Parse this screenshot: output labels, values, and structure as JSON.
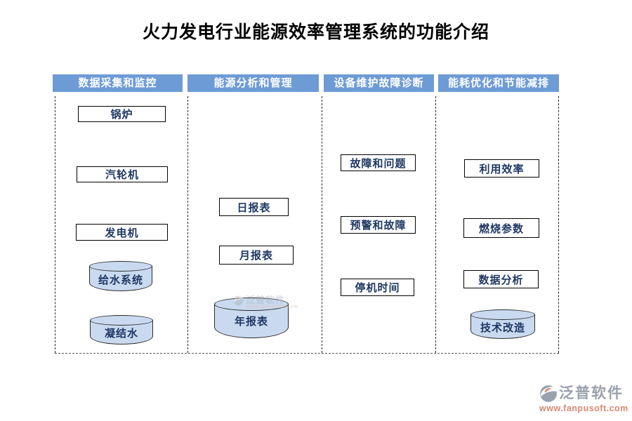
{
  "title": "火力发电行业能源效率管理系统的功能介绍",
  "columns": [
    {
      "header": "数据采集和监控",
      "boxes": [
        "锅炉",
        "汽轮机",
        "发电机"
      ],
      "cylinders": [
        "给水系统",
        "凝结水"
      ]
    },
    {
      "header": "能源分析和管理",
      "boxes": [
        "日报表",
        "月报表"
      ],
      "cylinders": [
        "年报表"
      ]
    },
    {
      "header": "设备维护故障诊断",
      "boxes": [
        "故障和问题",
        "预警和故障",
        "停机时间"
      ],
      "cylinders": []
    },
    {
      "header": "能耗优化和节能减排",
      "boxes": [
        "利用效率",
        "燃烧参数",
        "数据分析"
      ],
      "cylinders": [
        "技术改造"
      ]
    }
  ],
  "watermark": {
    "brand": "泛普软件",
    "url": "www.fanpusoft.com"
  },
  "logo": {
    "brand": "泛普软件",
    "url": "www.fanpusoft.com"
  },
  "colors": {
    "title_text": "#000000",
    "header_bg": "#6d9bd6",
    "header_text": "#ffffff",
    "box_text": "#1f3864",
    "cylinder_fill": "#c9daf0",
    "logo_gray": "#98a1ac",
    "logo_salmon": "#d98873"
  }
}
